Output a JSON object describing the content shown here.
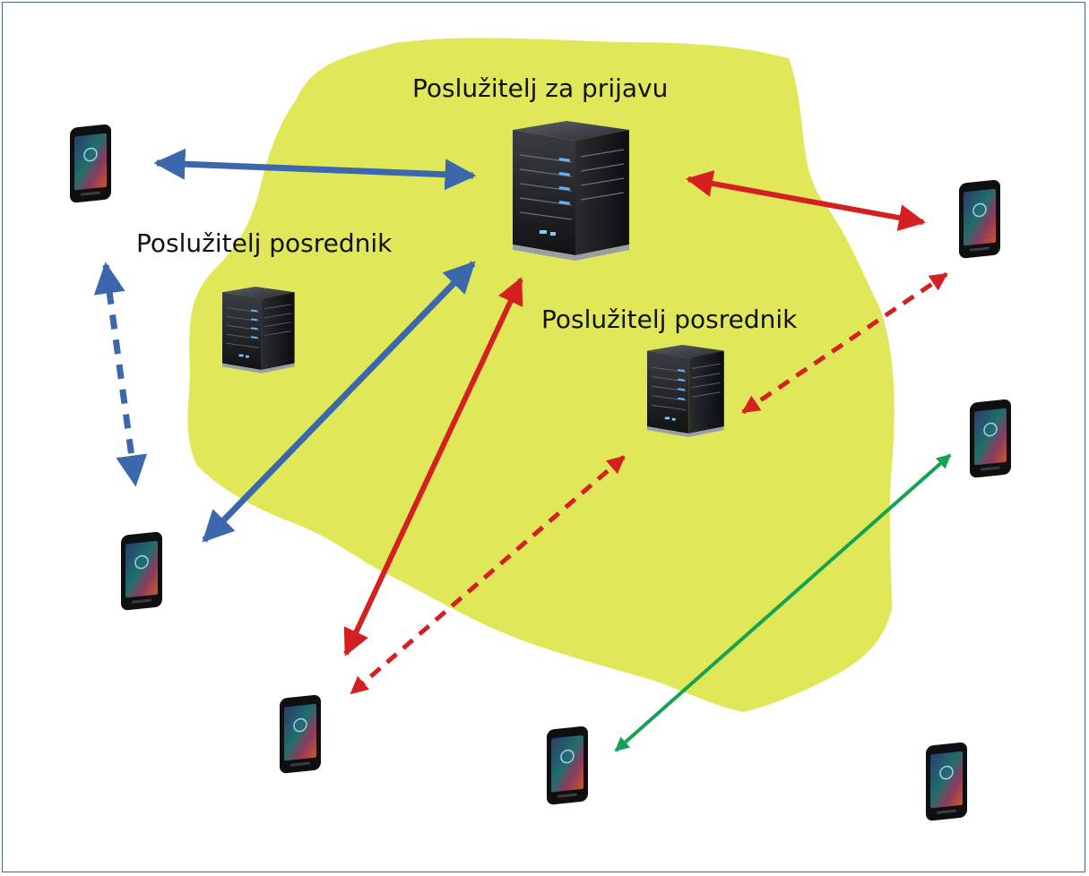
{
  "labels": {
    "login_server": "Poslužitelj za prijavu",
    "proxy_server_1": "Poslužitelj posrednik",
    "proxy_server_2": "Poslužitelj posrednik"
  },
  "colors": {
    "blob": "#e0e85a",
    "blue_arrow": "#3b68ad",
    "red_arrow": "#d42020",
    "green_arrow": "#13a352",
    "frame": "#4a6a8c"
  },
  "icons": {
    "server": "server-icon",
    "phone": "smartphone-icon"
  }
}
